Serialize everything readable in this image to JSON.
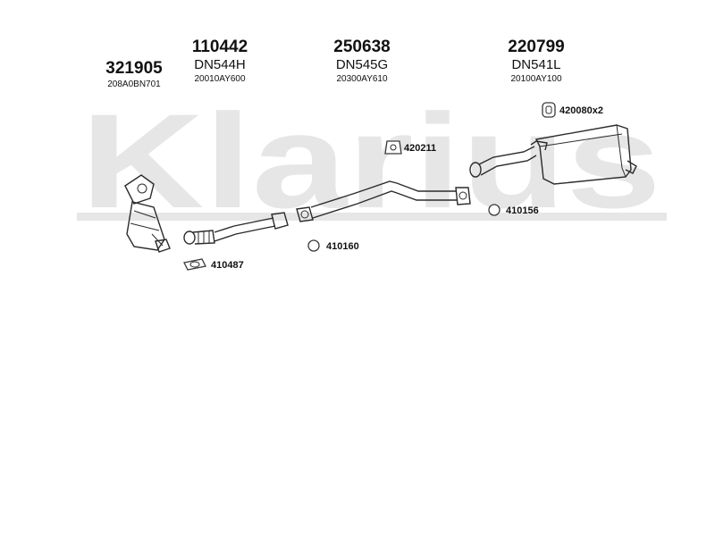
{
  "watermark": {
    "text": "Klarius",
    "color": "#e6e6e6"
  },
  "parts": [
    {
      "number": "321905",
      "model": "",
      "oem": "208A0BN701"
    },
    {
      "number": "110442",
      "model": "DN544H",
      "oem": "20010AY600"
    },
    {
      "number": "250638",
      "model": "DN545G",
      "oem": "20300AY610"
    },
    {
      "number": "220799",
      "model": "DN541L",
      "oem": "20100AY100"
    }
  ],
  "accessories": [
    {
      "code": "420080x2",
      "icon": "rubber-hanger-icon"
    },
    {
      "code": "420211",
      "icon": "rubber-mount-icon"
    },
    {
      "code": "410156",
      "icon": "gasket-ring-icon"
    },
    {
      "code": "410160",
      "icon": "gasket-ring-icon"
    },
    {
      "code": "410487",
      "icon": "flange-gasket-icon"
    }
  ]
}
